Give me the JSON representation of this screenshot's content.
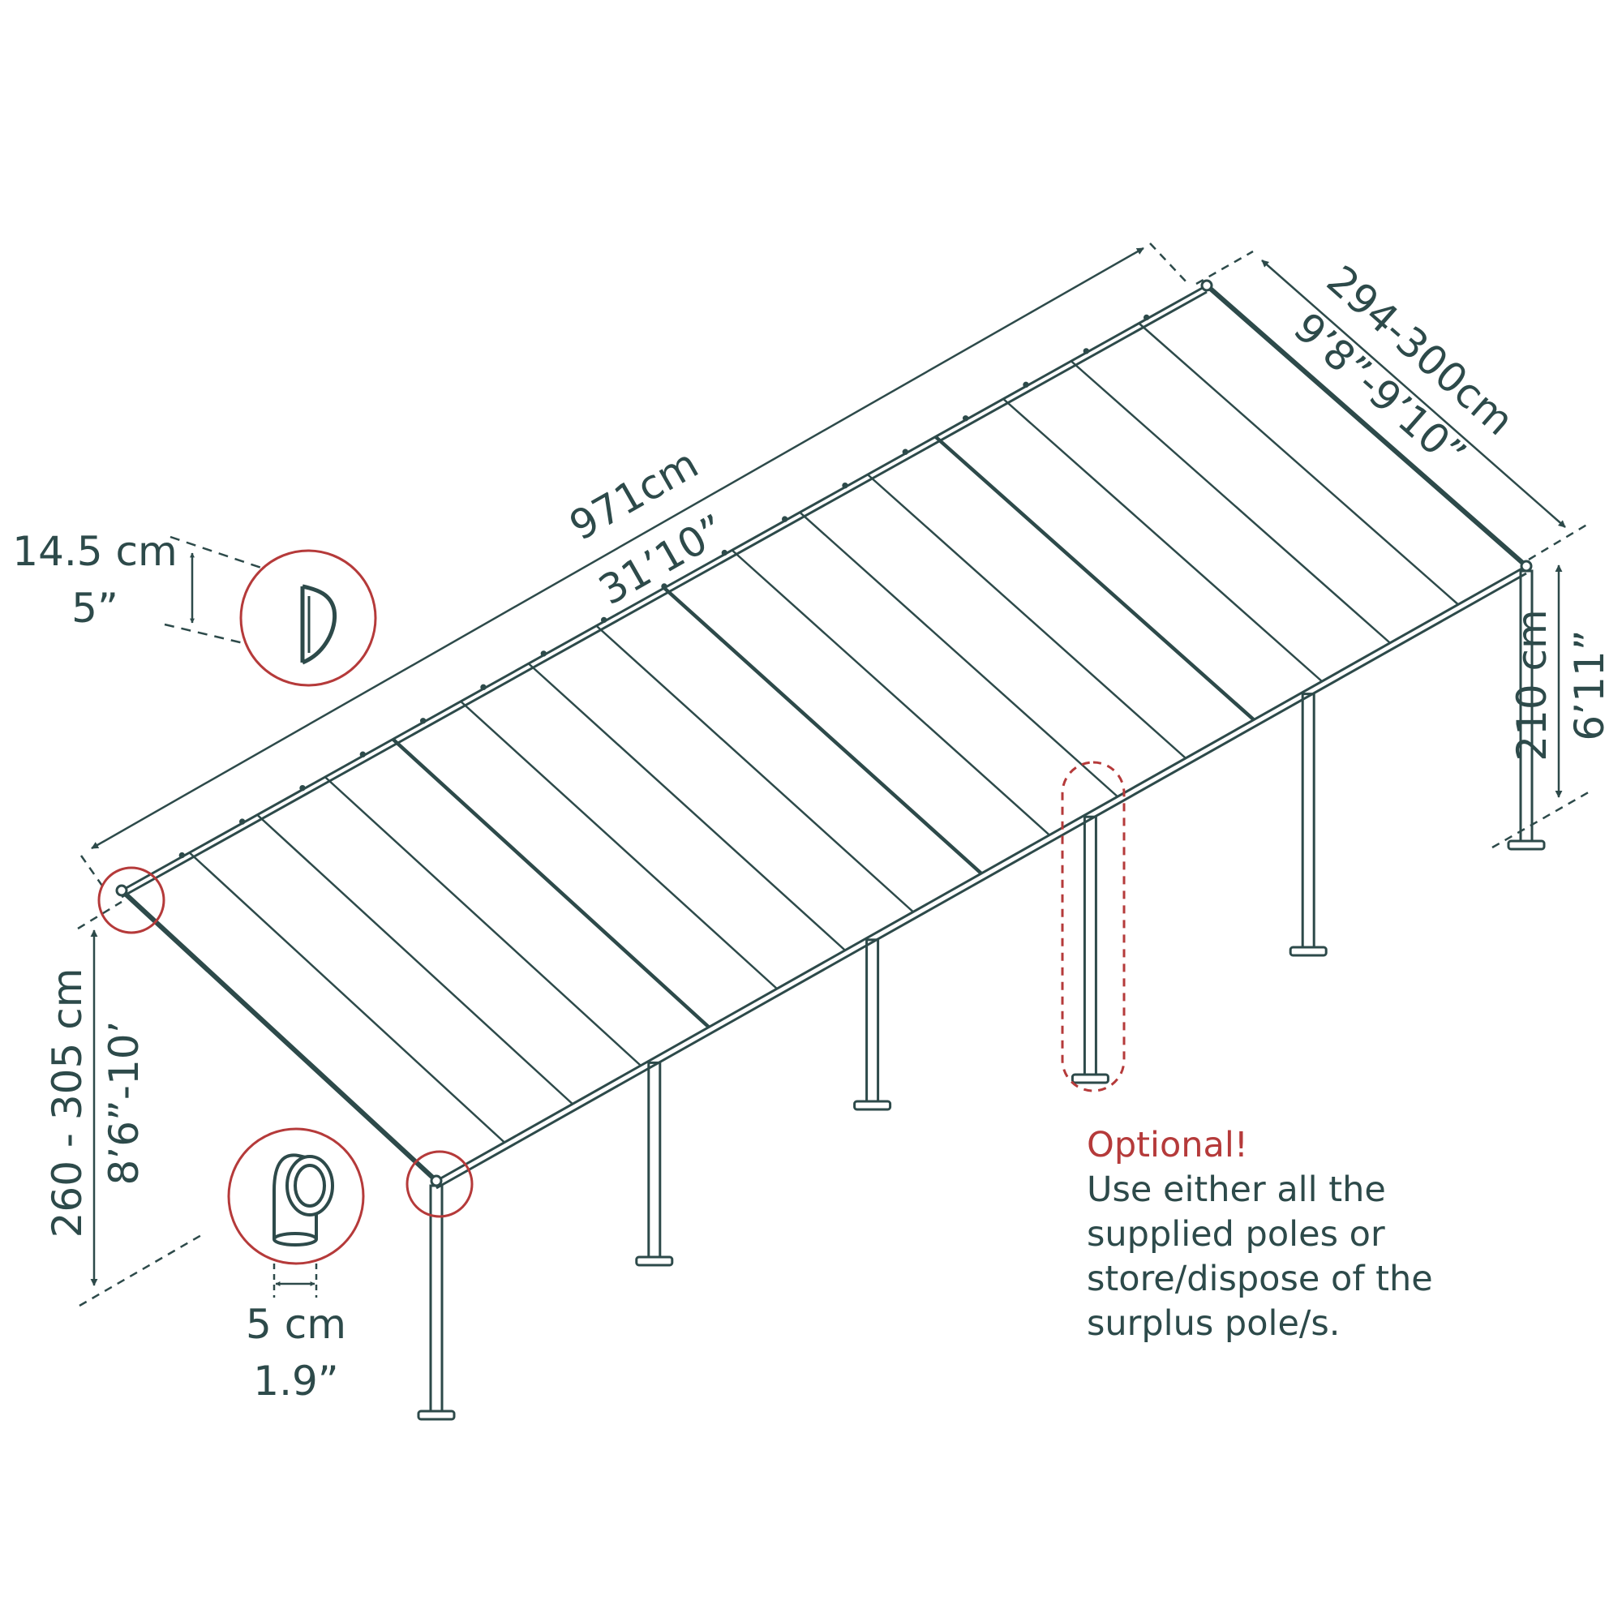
{
  "colors": {
    "ink": "#2d4a4a",
    "accent": "#b53a3a",
    "background": "#ffffff"
  },
  "dimensions": {
    "length_metric": "971cm",
    "length_imperial": "31’10”",
    "depth_metric": "294-300cm",
    "depth_imperial": "9’8”-9’10”",
    "back_height_metric": "210 cm",
    "back_height_imperial": "6’11”",
    "front_height_metric": "260 - 305 cm",
    "front_height_imperial": "8’6”-10’",
    "gutter_metric": "14.5 cm",
    "gutter_imperial": "5”",
    "pole_metric": "5 cm",
    "pole_imperial": "1.9”"
  },
  "note": {
    "title": "Optional!",
    "lines": [
      "Use either all the",
      "supplied poles or",
      "store/dispose of the",
      "surplus pole/s."
    ]
  }
}
